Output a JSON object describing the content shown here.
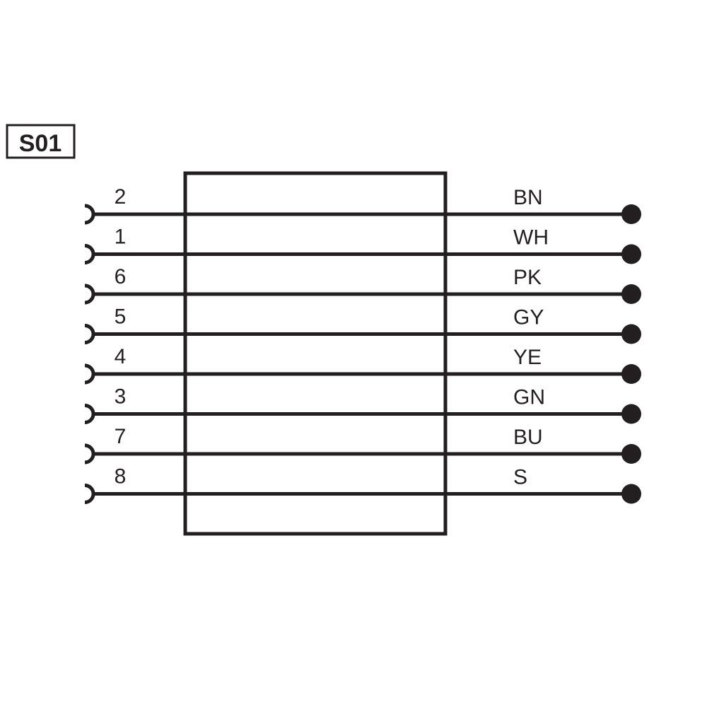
{
  "diagram": {
    "id_label": "S01",
    "line_color": "#231f20",
    "wires": [
      {
        "pin": "2",
        "color_code": "BN"
      },
      {
        "pin": "1",
        "color_code": "WH"
      },
      {
        "pin": "6",
        "color_code": "PK"
      },
      {
        "pin": "5",
        "color_code": "GY"
      },
      {
        "pin": "4",
        "color_code": "YE"
      },
      {
        "pin": "3",
        "color_code": "GN"
      },
      {
        "pin": "7",
        "color_code": "BU"
      },
      {
        "pin": "8",
        "color_code": "S"
      }
    ],
    "left_terminal": "socket-contact",
    "right_terminal": "solid-dot"
  }
}
